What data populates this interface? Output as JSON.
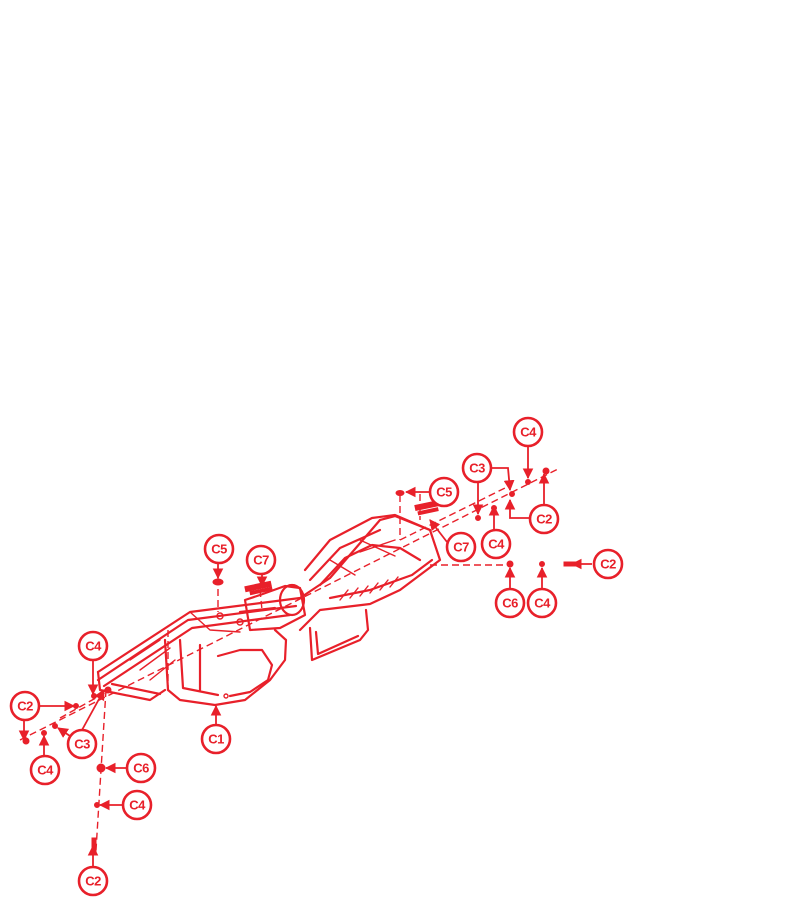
{
  "colors": {
    "accent": "#e8202a",
    "background": "#ffffff"
  },
  "callouts": [
    {
      "id": "c4-top-right",
      "label": "C4"
    },
    {
      "id": "c3-top-right",
      "label": "C3"
    },
    {
      "id": "c5-right",
      "label": "C5"
    },
    {
      "id": "c2-top-right",
      "label": "C2"
    },
    {
      "id": "c4-mid-right",
      "label": "C4"
    },
    {
      "id": "c7-right",
      "label": "C7"
    },
    {
      "id": "c2-far-right",
      "label": "C2"
    },
    {
      "id": "c6-right",
      "label": "C6"
    },
    {
      "id": "c4-low-right",
      "label": "C4"
    },
    {
      "id": "c5-center",
      "label": "C5"
    },
    {
      "id": "c7-center",
      "label": "C7"
    },
    {
      "id": "c4-left",
      "label": "C4"
    },
    {
      "id": "c2-left",
      "label": "C2"
    },
    {
      "id": "c3-left",
      "label": "C3"
    },
    {
      "id": "c1-center",
      "label": "C1"
    },
    {
      "id": "c4-far-left",
      "label": "C4"
    },
    {
      "id": "c6-left",
      "label": "C6"
    },
    {
      "id": "c4-bottom",
      "label": "C4"
    },
    {
      "id": "c2-bottom",
      "label": "C2"
    }
  ]
}
